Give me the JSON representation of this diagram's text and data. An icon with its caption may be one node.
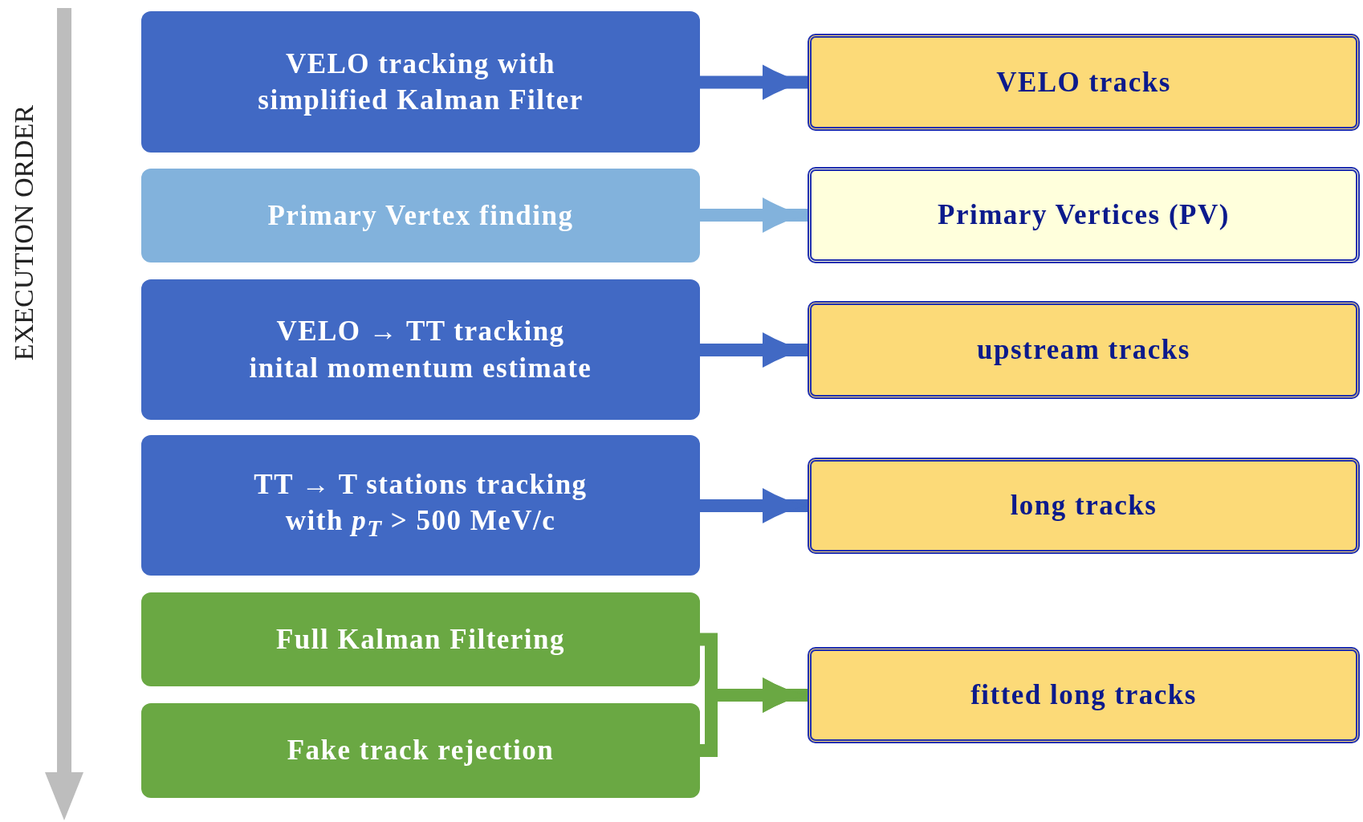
{
  "diagram": {
    "nodes": [
      {
        "text": [
          "VELO tracking with simplified Kalman Filter"
        ]
      },
      {
        "text": [
          "Primary Vertex finding"
        ]
      },
      {
        "text": [
          "VELO → TT tracking",
          "inital momentum estimate"
        ]
      },
      {
        "text": [
          "TT → T stations tracking",
          "with *p*$_{T}$ > 500 MeV/c"
        ]
      },
      {
        "text": [
          "Full Kalman Filtering"
        ]
      },
      {
        "text": [
          "Fake track rejection"
        ]
      },
      {
        "text": [
          "VELO tracks"
        ]
      },
      {
        "text": [
          "Primary Vertices (PV)"
        ]
      },
      {
        "text": [
          "upstream tracks"
        ]
      },
      {
        "text": [
          "long tracks"
        ]
      },
      {
        "text": [
          "fitted long tracks"
        ]
      }
    ],
    "edges": [
      {
        "from": 0,
        "to": 6,
        "arrow": "to"
      },
      {
        "from": 1,
        "to": 7,
        "arrow": "to",
        "color": "#82b2dc"
      },
      {
        "from": 2,
        "to": 8,
        "arrow": "to"
      },
      {
        "from": 3,
        "to": 9,
        "arrow": "to"
      },
      {
        "from": 4,
        "to": 10,
        "arrow": "to",
        "color": "#6aa843"
      },
      {
        "from": 5,
        "to": 10,
        "arrow": "to",
        "color": "#6aa843"
      }
    ],
    "labels": [
      "EXECUTION ORDER"
    ]
  }
}
